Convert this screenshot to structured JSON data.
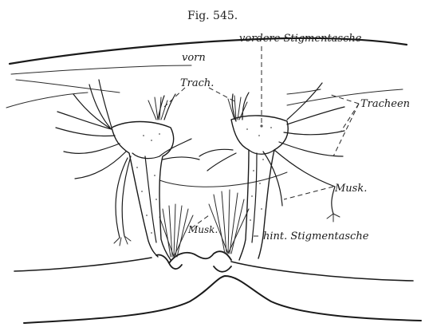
{
  "figure": {
    "caption": "Fig. 545.",
    "labels": {
      "vordere": "vordere Stigmentasche",
      "vorn": "vorn",
      "trach": "Trach.",
      "tracheen": "Tracheen",
      "musk_right": "Musk.",
      "musk_center": "Musk.",
      "hint": "hint. Stigmentasche"
    }
  }
}
